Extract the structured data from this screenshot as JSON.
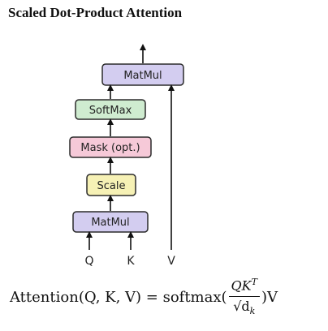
{
  "title": "Scaled Dot-Product Attention",
  "colors": {
    "matmul": "#d3cdf0",
    "softmax": "#cfecd0",
    "mask": "#f6c9d8",
    "scale": "#f6f1b5",
    "border": "#2b2b2b"
  },
  "blocks": {
    "matmul_top": "MatMul",
    "softmax": "SoftMax",
    "mask": "Mask (opt.)",
    "scale": "Scale",
    "matmul_bottom": "MatMul"
  },
  "inputs": {
    "q": "Q",
    "k": "K",
    "v": "V"
  },
  "formula": {
    "lhs": "Attention(Q, K, V) = softmax(",
    "numerator": "QK",
    "numerator_sup": "T",
    "denominator_sqrt": "√d",
    "denominator_sub": "k",
    "rhs": ")V"
  }
}
